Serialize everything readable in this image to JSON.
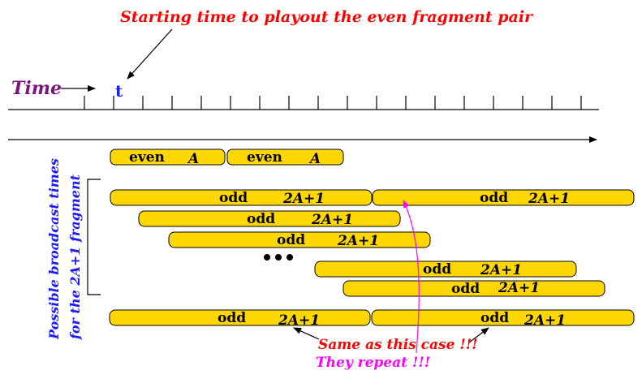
{
  "header": {
    "title": "Starting time to playout the even fragment pair",
    "time_label": "Time",
    "t_label": "t"
  },
  "side_label": {
    "line1": "Possible broadcast times",
    "line2": "for the 2A+1 fragment"
  },
  "even_segments": [
    {
      "word": "even",
      "size": "A"
    },
    {
      "word": "even",
      "size": "A"
    }
  ],
  "odd_segments": [
    {
      "word": "odd",
      "size": "2A+1"
    },
    {
      "word": "odd",
      "size": "2A+1"
    },
    {
      "word": "odd",
      "size": "2A+1"
    },
    {
      "word": "odd",
      "size": "2A+1"
    },
    {
      "word": "odd",
      "size": "2A+1"
    },
    {
      "word": "odd",
      "size": "2A+1"
    },
    {
      "word": "odd",
      "size": "2A+1"
    },
    {
      "word": "odd",
      "size": "2A+1"
    }
  ],
  "notes": {
    "same_case": "Same as this case !!!",
    "repeat": "They repeat !!!"
  },
  "colors": {
    "bar_fill": "#ffd700",
    "title": "#ff0000",
    "time_label": "#7a147a",
    "side_label": "#1a1aff",
    "repeat_note": "#ff00ff"
  }
}
